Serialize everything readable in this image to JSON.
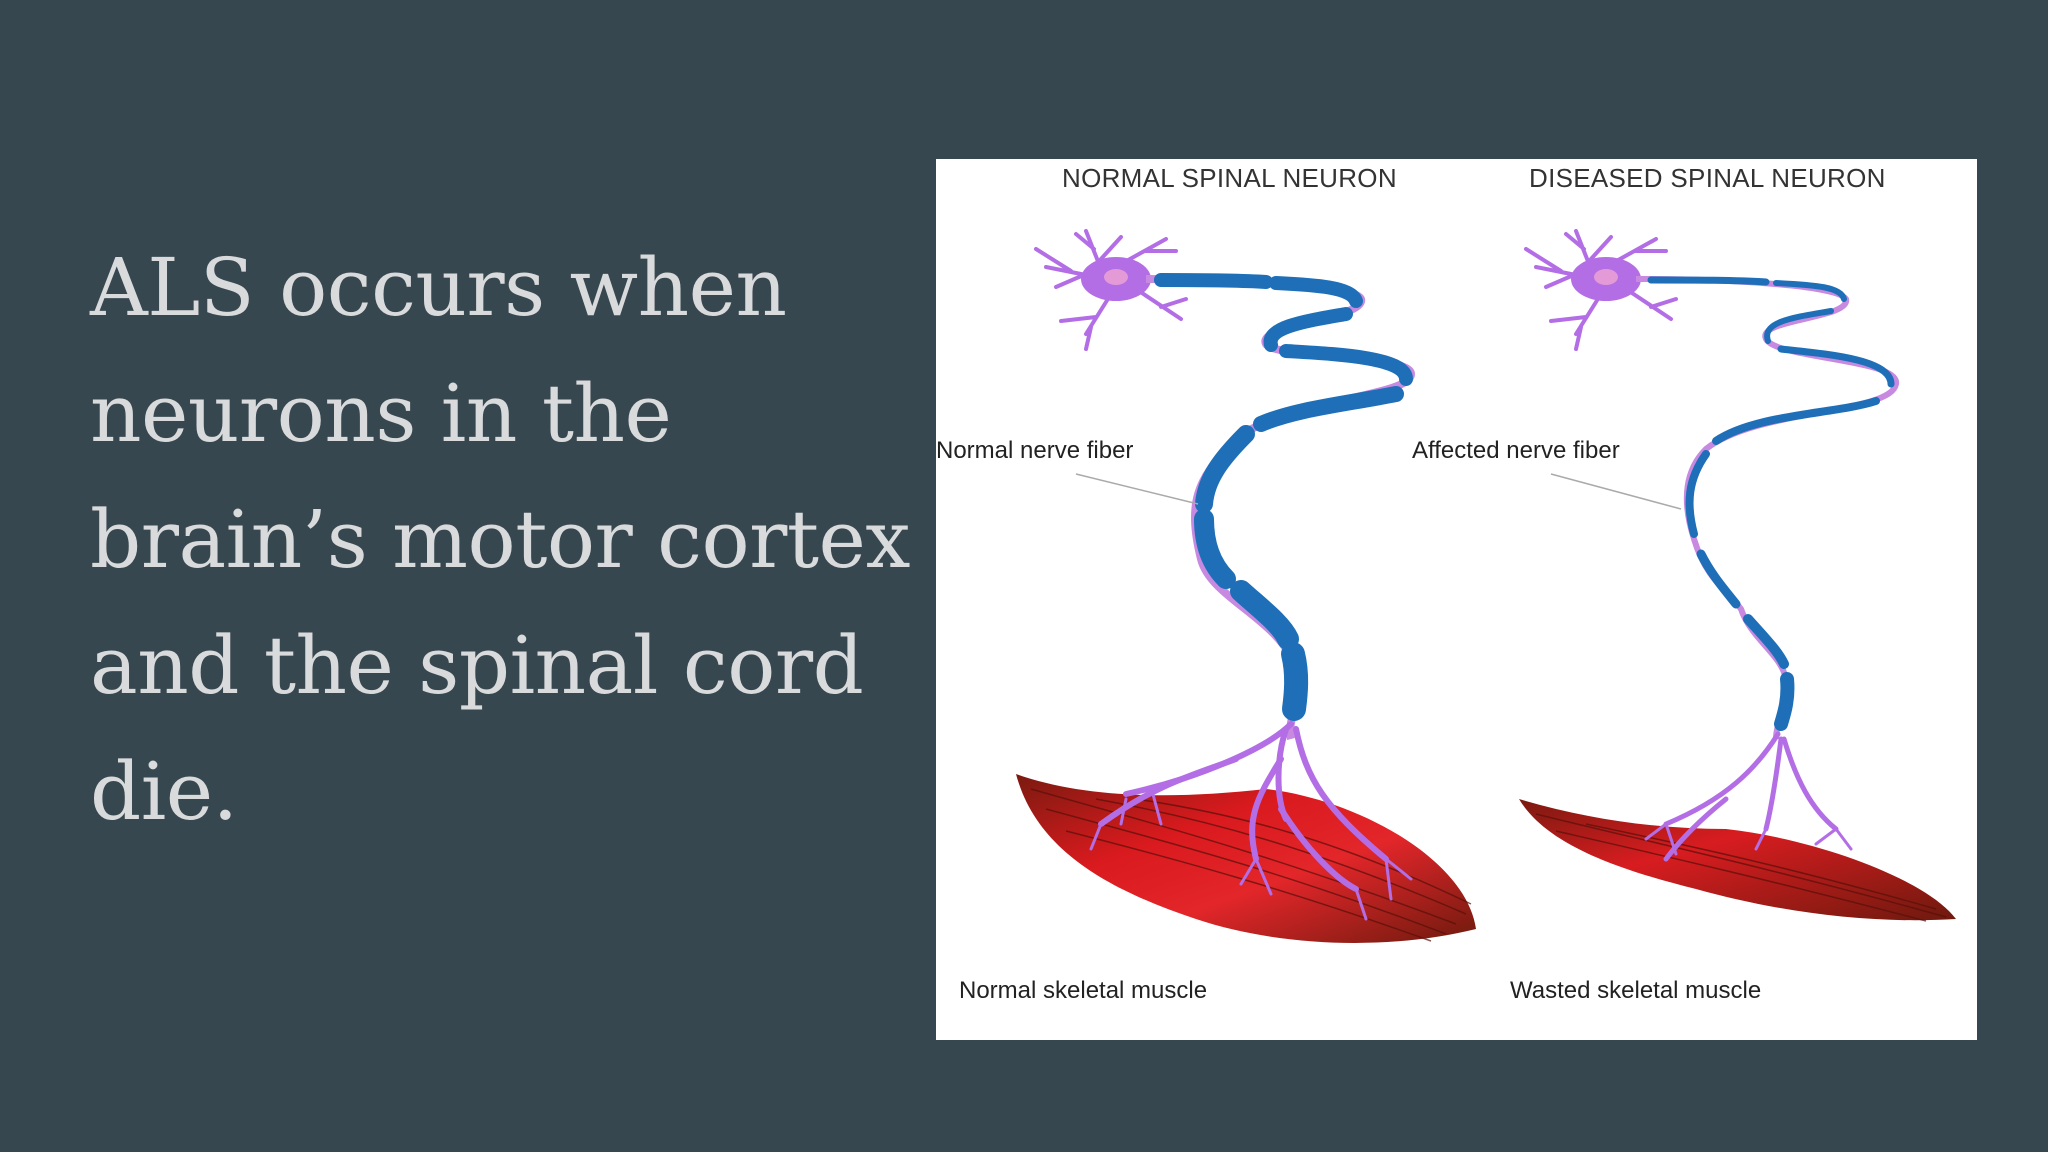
{
  "slide": {
    "body_text": "ALS occurs when neurons in the brain’s motor cortex and the spinal cord die."
  },
  "figure": {
    "left_title": "NORMAL SPINAL NEURON",
    "right_title": "DISEASED SPINAL NEURON",
    "left_fiber_label": "Normal nerve fiber",
    "right_fiber_label": "Affected nerve fiber",
    "left_muscle_label": "Normal skeletal muscle",
    "right_muscle_label": "Wasted skeletal muscle"
  },
  "colors": {
    "background": "#37474f",
    "text": "#d9dadb",
    "neuron": "#b36ee6",
    "myelin": "#1e6fb8",
    "muscle": "#c0151a"
  }
}
